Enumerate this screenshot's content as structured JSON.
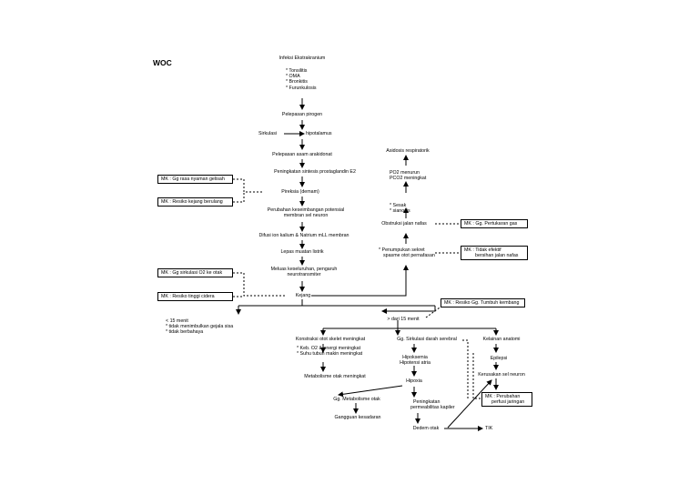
{
  "title": "WOC",
  "nodes": {
    "infeksi": "Infeksi Ekstrakranium",
    "penyakit": [
      "* Tonsilitis",
      "* OMA",
      "* Bronkitis",
      "* Furunkulosis"
    ],
    "pirogen": "Pelepasan pirogen",
    "sirkulasi": "Sirkulasi",
    "hipotalamus": "hipotalamus",
    "arakidonat": "Pelepasan asam arakidonat",
    "prostaglandin": "Peningkatan sintesis prostaglandin E2",
    "pireksia": "Pireksia (demam)",
    "keseimbangan": [
      "Perubahan keseimbangan potensial",
      "membran sel neuron"
    ],
    "difusi": "Difusi ion kalium & Natrium mLL membran",
    "listrik": "Lepas muatan listrik",
    "meluas": [
      "Meluas keseluruhan, pengaruh",
      "neurotransmiter"
    ],
    "kejang": "Kejang",
    "asidosis": "Asidosis respiratorik",
    "po2": [
      "PO2 menurun",
      "PCO2 meningkat"
    ],
    "sesak": [
      "* Sesak",
      "* sianosis"
    ],
    "obstruksi": "Obstruksi jalan nafas",
    "penumpukan": [
      "* Penumpukan sekret",
      "spasme otot pernafasan"
    ],
    "kurang15": [
      "< 15 menit",
      "* tidak menimbulkan gejala sisa",
      "* tidak berbahaya"
    ],
    "lebih15": "> dari 15 menit",
    "kontraksi": "Konstraksi otot skelet meningkat",
    "kebutuhan": [
      "* Keb. O2 & energi meningkat",
      "* Suhu tubuh makin meningkat"
    ],
    "metabolisme": "Metabolisme otak meningkat",
    "ggSirkulasi": "Gg. Sirkulasi darah serebral",
    "hipoksemia": [
      "Hipoksemia",
      "Hipotensi atria"
    ],
    "hipoxia": "Hipoxia",
    "permeabilitas": [
      "Peningkatan",
      "permeabilitas kapiler"
    ],
    "ggMetabolisme": "Gg. Metabolisme otak",
    "kesadaran": "Gangguan kesadaran",
    "edema": "Dedem otak",
    "tik": "TIK",
    "kelainan": "Kelainan anatomi",
    "epilepsi": "Epilepsi",
    "kerusakan": "Kerusakan sel neuron"
  },
  "diagnoses": {
    "nyaman": "MK : Gg rasa nyaman gelisah",
    "kejangBerulang": "MK : Resiko kejang berulang",
    "sirkulasiO2": "MK : Gg sirkulasi O2 ke otak",
    "cidera": "MK : Resiko tinggi cidera",
    "pertukaran": "MK : Gg. Pertukaran gas",
    "jalanNafas": [
      "MK : Tidak efektif",
      "bersihan jalan nafas"
    ],
    "tumbuh": "MK : Resiko Gg. Tumbuh kembang",
    "perfusi": [
      "MK : Perubahan",
      "perfusi jaringan"
    ]
  }
}
